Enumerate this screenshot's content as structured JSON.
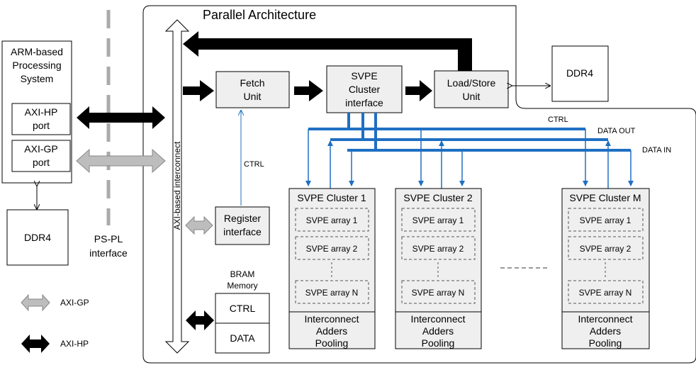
{
  "title": "Parallel Architecture",
  "arm": {
    "title_lines": [
      "ARM-based",
      "Processing",
      "System"
    ],
    "hp_port": [
      "AXI-HP",
      "port"
    ],
    "gp_port": [
      "AXI-GP",
      "port"
    ]
  },
  "ddr4_left": "DDR4",
  "ddr4_right": "DDR4",
  "ps_pl": [
    "PS-PL",
    "interface"
  ],
  "axi_interconnect": "AXI-based interconnect",
  "fetch_unit": [
    "Fetch",
    "Unit"
  ],
  "svpe_interface": [
    "SVPE",
    "Cluster",
    "interface"
  ],
  "load_store": [
    "Load/Store",
    "Unit"
  ],
  "register_interface": [
    "Register",
    "interface"
  ],
  "ctrl_label": "CTRL",
  "bram": {
    "title": [
      "BRAM",
      "Memory"
    ],
    "ctrl": "CTRL",
    "data": "DATA"
  },
  "bus_labels": {
    "ctrl": "CTRL",
    "data_out": "DATA OUT",
    "data_in": "DATA IN"
  },
  "clusters": [
    {
      "title": "SVPE Cluster 1",
      "arrays": [
        "SVPE array 1",
        "SVPE array 2",
        "SVPE array N"
      ],
      "footer": [
        "Interconnect",
        "Adders",
        "Pooling"
      ]
    },
    {
      "title": "SVPE Cluster 2",
      "arrays": [
        "SVPE array 1",
        "SVPE array 2",
        "SVPE array N"
      ],
      "footer": [
        "Interconnect",
        "Adders",
        "Pooling"
      ]
    },
    {
      "title": "SVPE Cluster M",
      "arrays": [
        "SVPE array 1",
        "SVPE array 2",
        "SVPE array N"
      ],
      "footer": [
        "Interconnect",
        "Adders",
        "Pooling"
      ]
    }
  ],
  "legend": {
    "gp": "AXI-GP",
    "hp": "AXI-HP"
  },
  "colors": {
    "bus": "#1f6fc2",
    "box_fill": "#efefef",
    "gp_arrow": "#bdbdbd",
    "hp_arrow": "#000000"
  }
}
